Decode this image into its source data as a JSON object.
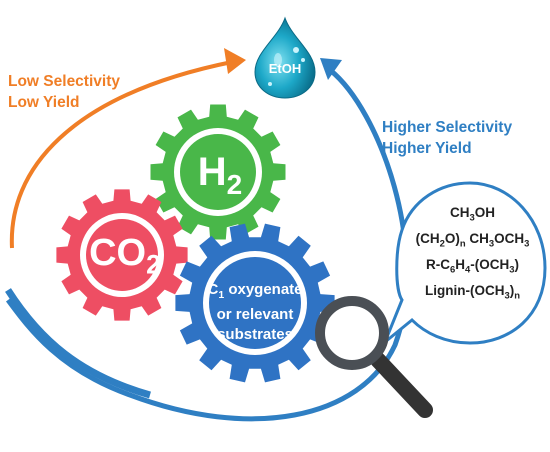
{
  "product": {
    "label": "EtOH"
  },
  "low_path": {
    "line1": "Low Selectivity",
    "line2": "Low Yield",
    "color": "#f07e26"
  },
  "high_path": {
    "line1": "Higher Selectivity",
    "line2": "Higher Yield",
    "color": "#2f7fc3"
  },
  "gears": [
    {
      "name": "h2",
      "base": "H",
      "sub": "2",
      "color": "#49b749"
    },
    {
      "name": "co2",
      "base": "CO",
      "sub": "2",
      "color": "#ee4e63"
    },
    {
      "name": "c1",
      "line1_base": "C",
      "line1_sub": "1",
      "line1_rest": " oxygenate",
      "line2": "or relevant",
      "line3": "substrates",
      "color": "#2f73c4"
    }
  ],
  "bubble": {
    "l1": "CH",
    "l1_sub": "3",
    "l1_end": "OH",
    "l2_a": "(CH",
    "l2_a_sub": "2",
    "l2_b": "O)",
    "l2_b_sub": "n",
    "l2_c": " CH",
    "l2_c_sub": "3",
    "l2_d": "OCH",
    "l2_d_sub": "3",
    "l3_a": "R-C",
    "l3_a_sub": "6",
    "l3_b": "H",
    "l3_b_sub": "4",
    "l3_c": "-(OCH",
    "l3_c_sub": "3",
    "l3_d": ")",
    "l4_a": "Lignin-(OCH",
    "l4_a_sub": "3",
    "l4_b": ")",
    "l4_b_sub": "n"
  },
  "icons": {
    "drop": "water-drop-icon",
    "magnifier": "magnifying-glass-icon"
  }
}
